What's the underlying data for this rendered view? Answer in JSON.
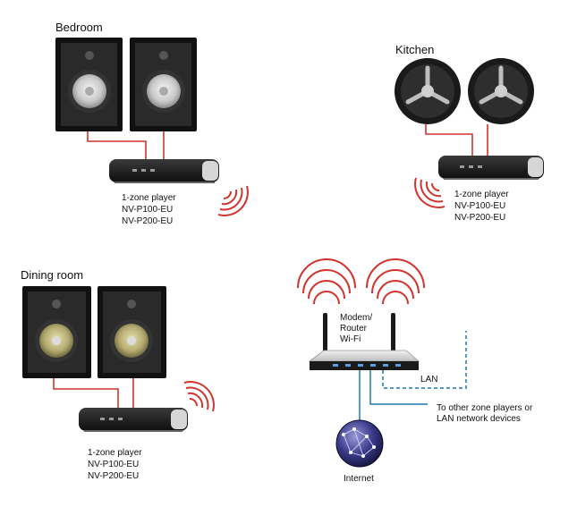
{
  "zones": [
    {
      "title": "Bedroom",
      "player_lines": [
        "1-zone player",
        "NV-P100-EU",
        "NV-P200-EU"
      ]
    },
    {
      "title": "Kitchen",
      "player_lines": [
        "1-zone player",
        "NV-P100-EU",
        "NV-P200-EU"
      ]
    },
    {
      "title": "Dining room",
      "player_lines": [
        "1-zone player",
        "NV-P100-EU",
        "NV-P200-EU"
      ]
    }
  ],
  "router": {
    "label_lines": [
      "Modem/",
      "Router",
      "Wi-Fi"
    ],
    "lan_label": "LAN",
    "lan_note_lines": [
      "To other zone players or",
      "LAN network devices"
    ],
    "internet_label": "Internet"
  },
  "colors": {
    "cable": "#d0342c",
    "wave": "#d0342c",
    "lan_line": "#1f77b4",
    "device_body": "#1c1c1c",
    "device_face": "#d8d8d8",
    "speaker_frame": "#111111",
    "globe": "#2a2a6a"
  }
}
